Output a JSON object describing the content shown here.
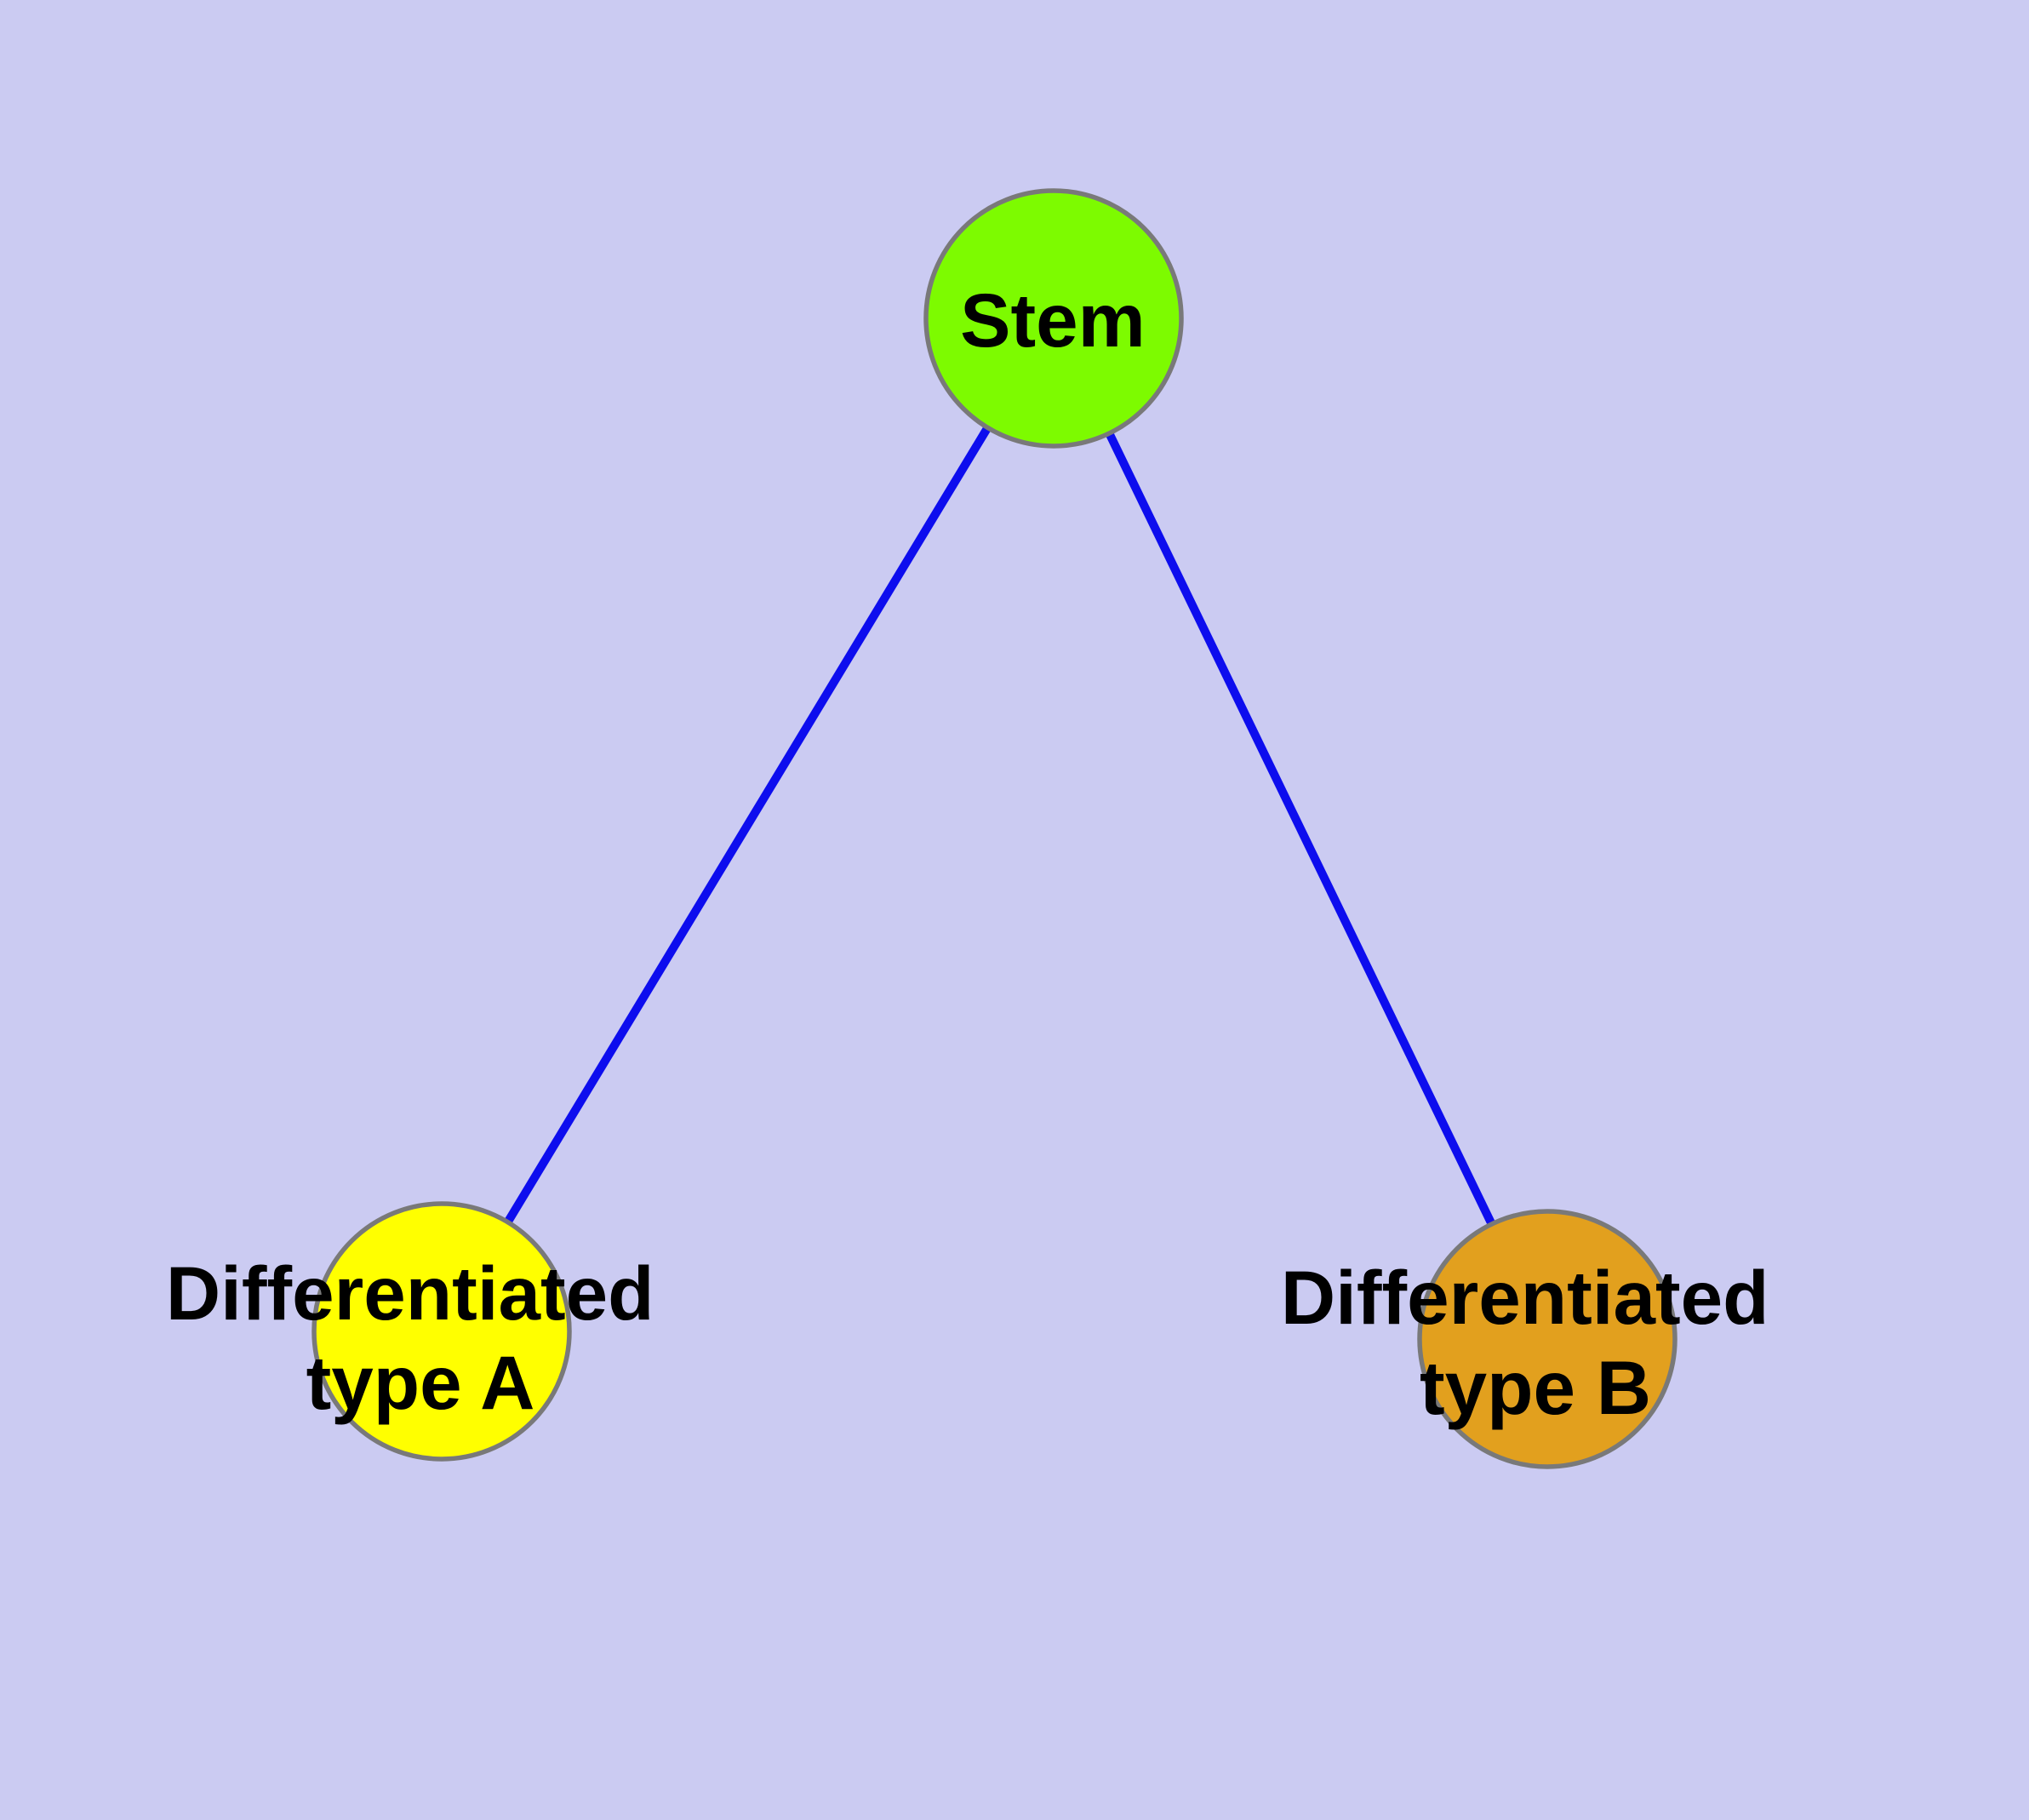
{
  "figure": {
    "type": "node-link-diagram",
    "background_color": "#CBCBF2",
    "edge_color": "#0D0DEE",
    "node_border_color": "#797979",
    "label_color": "#000000"
  },
  "nodes": {
    "stem": {
      "label": "Stem",
      "fill_color": "#7DFB00"
    },
    "type_a": {
      "label_line1": "Differentiated",
      "label_line2": "type A",
      "fill_color": "#FFFF00"
    },
    "type_b": {
      "label_line1": "Differentiated",
      "label_line2": "type B",
      "fill_color": "#E2A01E"
    }
  },
  "edges": [
    {
      "from": "Stem",
      "to": "Differentiated type A"
    },
    {
      "from": "Stem",
      "to": "Differentiated type B"
    }
  ]
}
